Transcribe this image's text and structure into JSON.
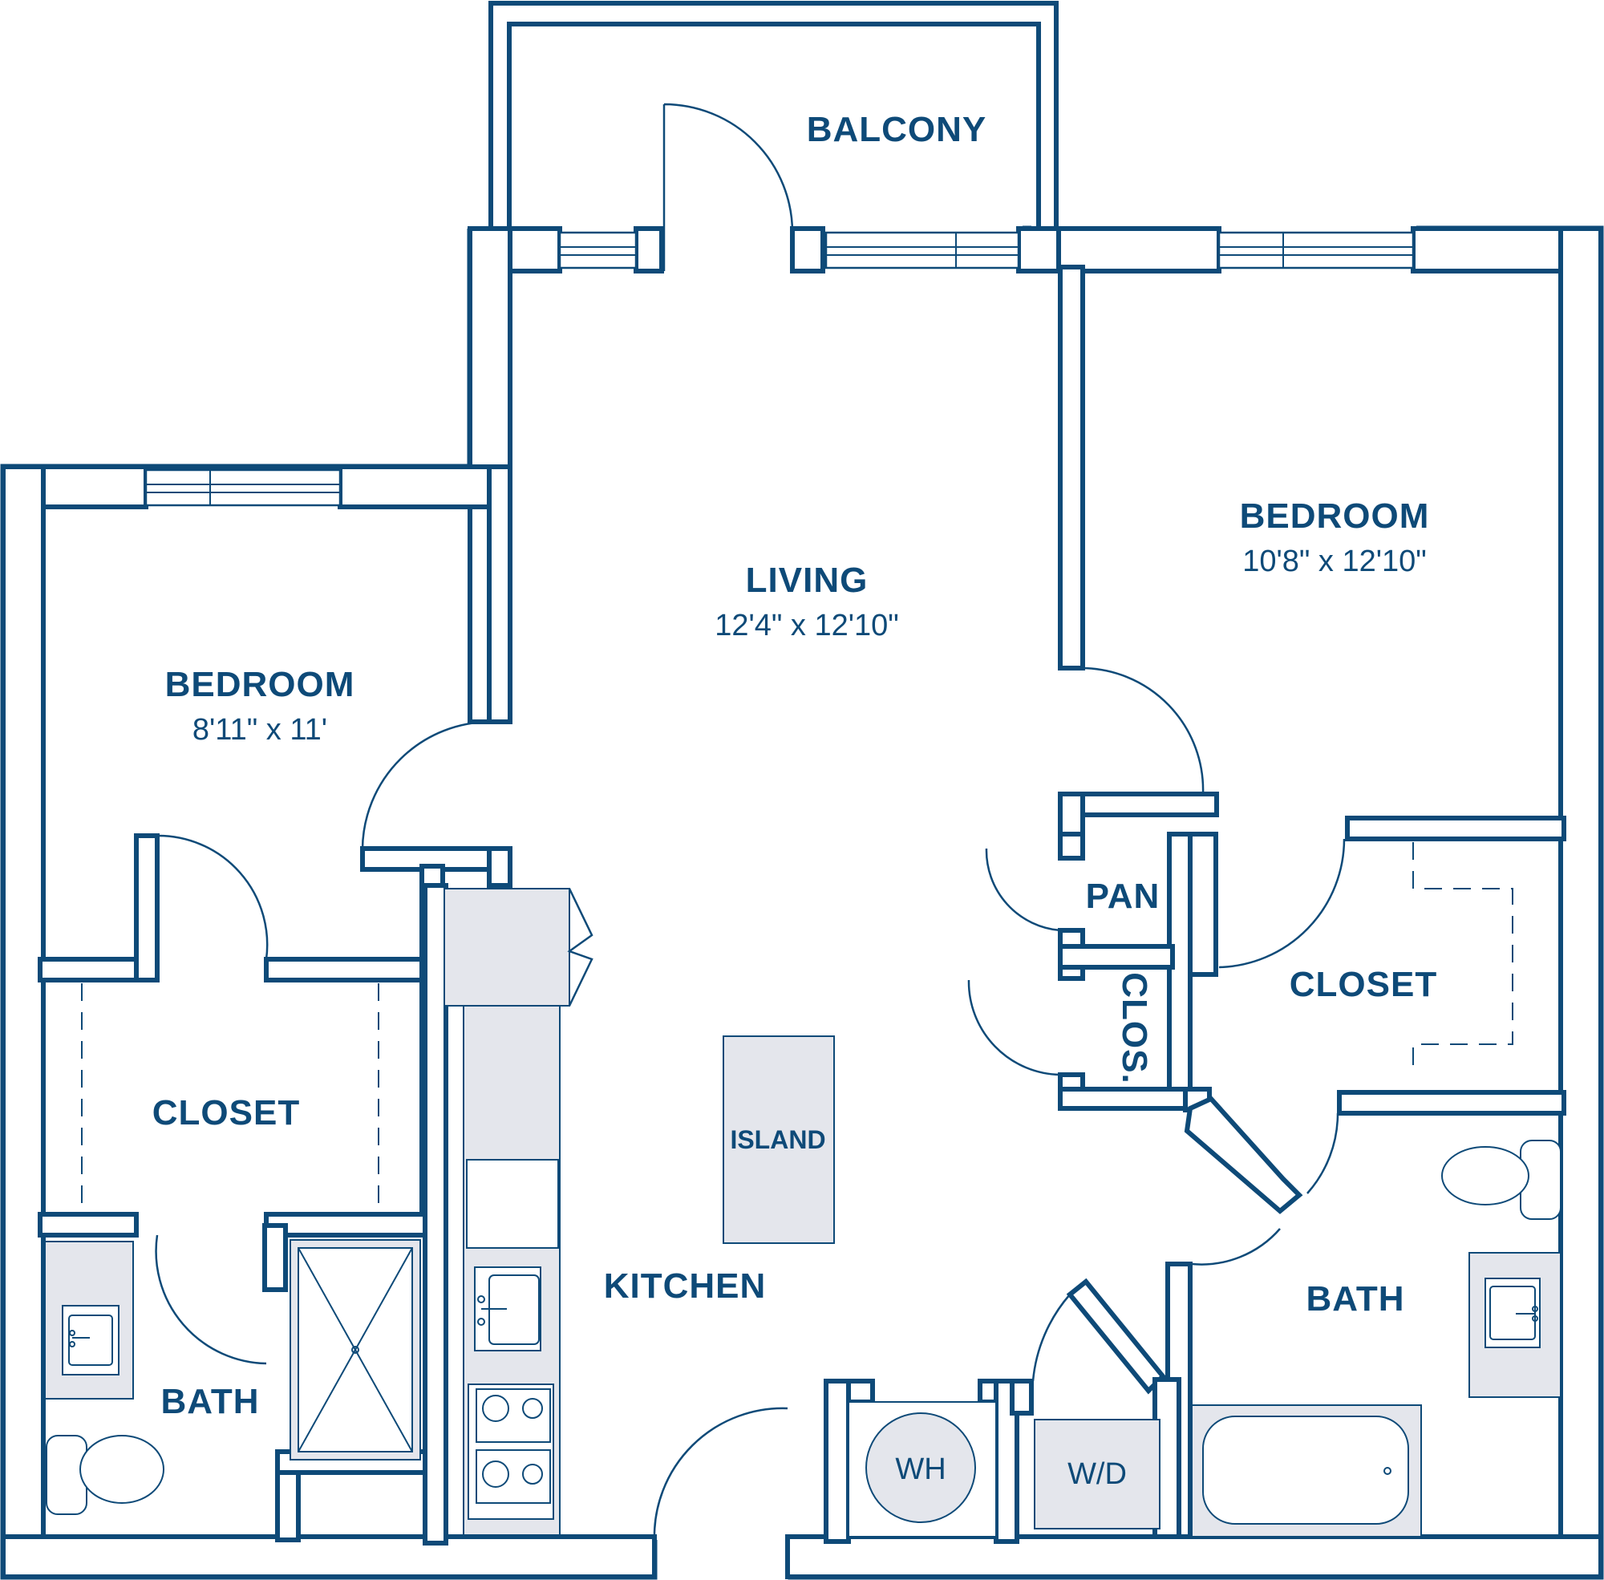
{
  "colors": {
    "wall": "#0e4a78",
    "fixture_fill": "#e4e6ec",
    "background": "#ffffff"
  },
  "rooms": {
    "balcony": {
      "name": "BALCONY"
    },
    "living": {
      "name": "LIVING",
      "dims": "12'4\" x 12'10\""
    },
    "bedroom_right": {
      "name": "BEDROOM",
      "dims": "10'8\" x 12'10\""
    },
    "bedroom_left": {
      "name": "BEDROOM",
      "dims": "8'11\" x 11'"
    },
    "closet_left": {
      "name": "CLOSET"
    },
    "closet_right": {
      "name": "CLOSET"
    },
    "pantry": {
      "name": "PAN"
    },
    "closet_small": {
      "name": "CLOS."
    },
    "kitchen": {
      "name": "KITCHEN"
    },
    "bath_left": {
      "name": "BATH"
    },
    "bath_right": {
      "name": "BATH"
    }
  },
  "fixtures": {
    "island": "ISLAND",
    "water_heater": "WH",
    "washer_dryer": "W/D"
  },
  "icons": [
    "door-swing-icon",
    "window-icon",
    "toilet-icon",
    "sink-icon",
    "bathtub-icon",
    "shower-icon",
    "cooktop-icon",
    "fridge-icon"
  ]
}
